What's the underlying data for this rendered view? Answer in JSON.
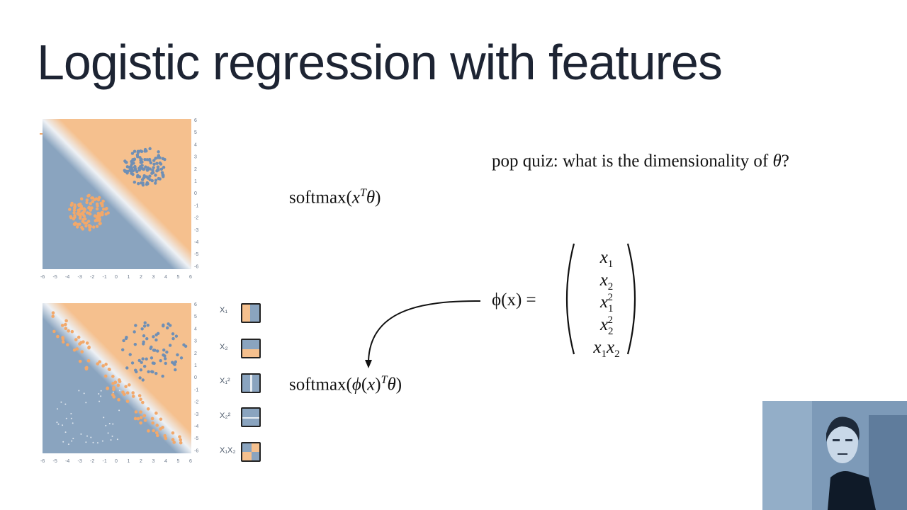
{
  "slide": {
    "title": "Logistic regression with features"
  },
  "equations": {
    "pop_quiz": "pop quiz: what is the dimensionality of",
    "pop_quiz_symbol": "θ",
    "pop_quiz_end": "?",
    "softmax_linear": "softmax",
    "softmax_features": "softmax",
    "phi_lhs": "ϕ(x) =",
    "feature_vector": [
      "x",
      "x",
      "x",
      "x",
      "x"
    ]
  },
  "top_plot": {
    "y_ticks": [
      "6",
      "5",
      "4",
      "3",
      "2",
      "1",
      "0",
      "-1",
      "-2",
      "-3",
      "-4",
      "-5",
      "-6"
    ],
    "x_ticks": [
      "-6",
      "-5",
      "-4",
      "-3",
      "-2",
      "-1",
      "0",
      "1",
      "2",
      "3",
      "4",
      "5",
      "6"
    ]
  },
  "bottom_plot": {
    "y_ticks": [
      "6",
      "5",
      "4",
      "3",
      "2",
      "1",
      "0",
      "-1",
      "-2",
      "-3",
      "-4",
      "-5",
      "-6"
    ],
    "x_ticks": [
      "-6",
      "-5",
      "-4",
      "-3",
      "-2",
      "-1",
      "0",
      "1",
      "2",
      "3",
      "4",
      "5",
      "6"
    ]
  },
  "feature_thumbnails": [
    {
      "label": "X₁"
    },
    {
      "label": "X₂"
    },
    {
      "label": "X₁²"
    },
    {
      "label": "X₂²"
    },
    {
      "label": "X₁X₂"
    }
  ],
  "colors": {
    "orange": "#f5c08e",
    "blue": "#8aa4bf",
    "point_orange": "#f2a86a",
    "point_blue": "#6f8fb5"
  }
}
